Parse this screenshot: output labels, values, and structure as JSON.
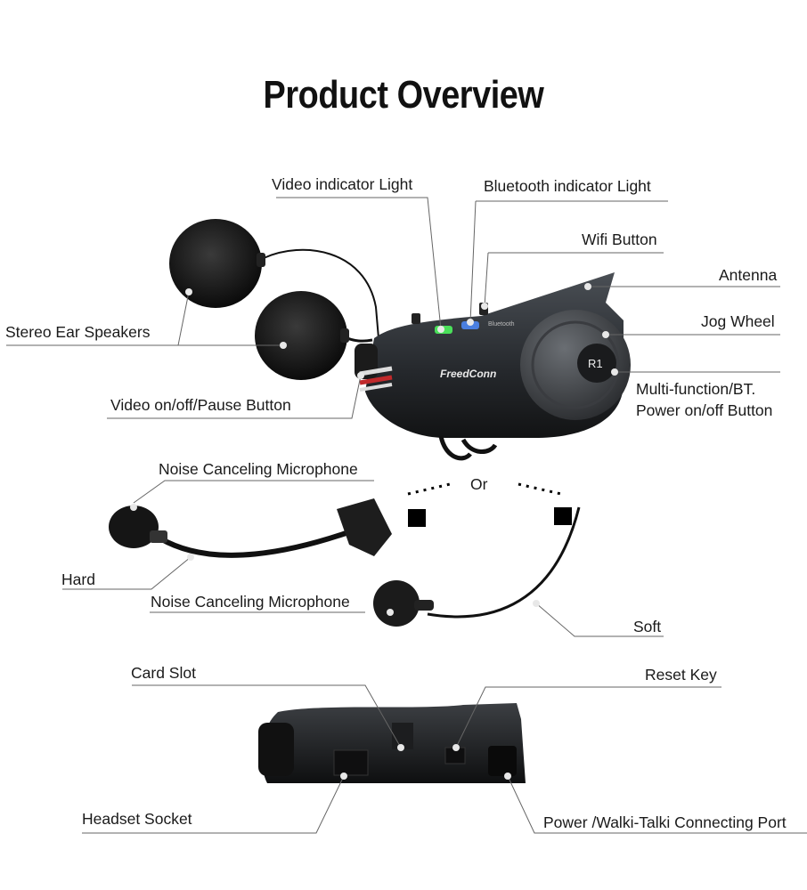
{
  "title": "Product Overview",
  "device": {
    "brand": "FreedConn",
    "wheel_badge": "R1",
    "bt_text": "Bluetooth"
  },
  "labels": {
    "video_indicator": "Video indicator Light",
    "bluetooth_indicator": "Bluetooth indicator Light",
    "wifi_button": "Wifi Button",
    "antenna": "Antenna",
    "stereo_ear_speakers": "Stereo Ear Speakers",
    "jog_wheel": "Jog Wheel",
    "multi_function_line1": "Multi-function/BT.",
    "multi_function_line2": "Power on/off Button",
    "video_pause_button": "Video on/off/Pause Button",
    "noise_mic_top": "Noise Canceling Microphone",
    "or": "Or",
    "hard": "Hard",
    "noise_mic_bottom": "Noise Canceling Microphone",
    "soft": "Soft",
    "card_slot": "Card Slot",
    "reset_key": "Reset Key",
    "headset_socket": "Headset Socket",
    "power_port": "Power /Walki-Talki Connecting Port"
  }
}
